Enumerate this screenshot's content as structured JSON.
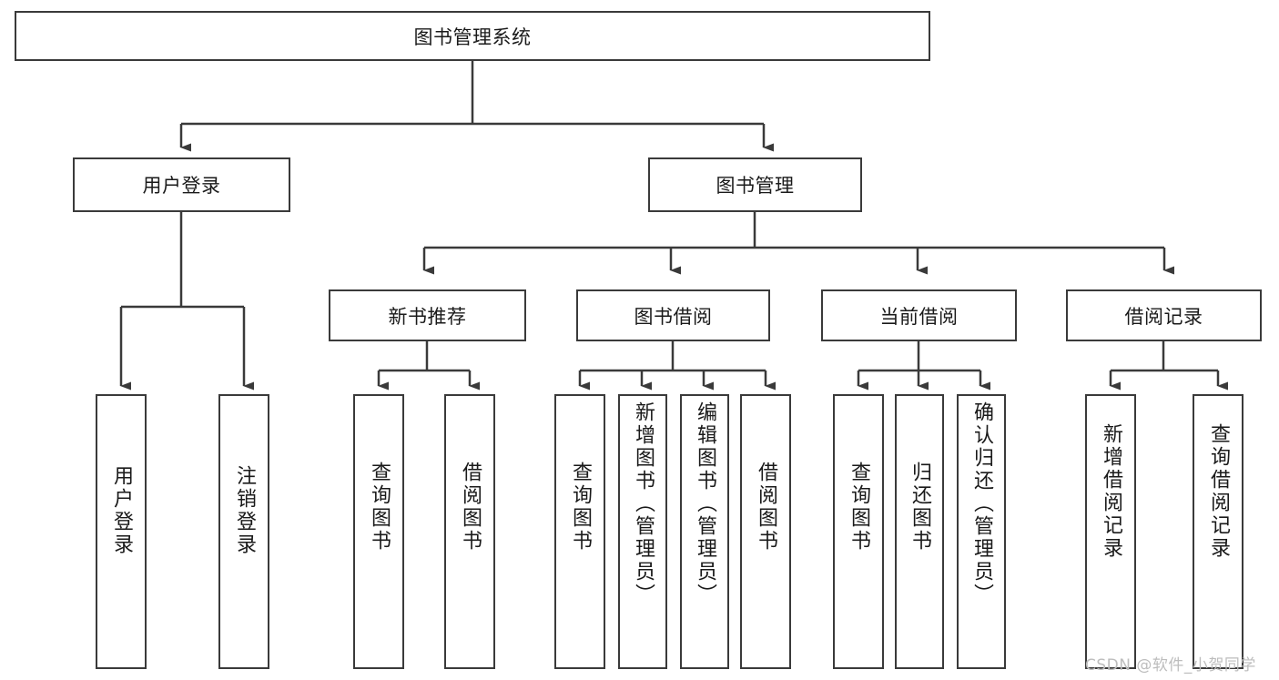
{
  "diagram": {
    "type": "hierarchy-tree",
    "title": "图书管理系统",
    "root": {
      "id": "root",
      "label": "图书管理系统"
    },
    "level2": [
      {
        "id": "user-login",
        "label": "用户登录"
      },
      {
        "id": "book-manage",
        "label": "图书管理"
      }
    ],
    "level3": [
      {
        "id": "new-book-recommend",
        "label": "新书推荐",
        "parent": "book-manage"
      },
      {
        "id": "book-borrow",
        "label": "图书借阅",
        "parent": "book-manage"
      },
      {
        "id": "current-borrow",
        "label": "当前借阅",
        "parent": "book-manage"
      },
      {
        "id": "borrow-record",
        "label": "借阅记录",
        "parent": "book-manage"
      }
    ],
    "leaves": [
      {
        "id": "leaf-user-login",
        "label": "用户登录",
        "parent": "user-login"
      },
      {
        "id": "leaf-user-logout",
        "label": "注销登录",
        "parent": "user-login"
      },
      {
        "id": "leaf-query-book-1",
        "label": "查询图书",
        "parent": "new-book-recommend"
      },
      {
        "id": "leaf-borrow-book-1",
        "label": "借阅图书",
        "parent": "new-book-recommend"
      },
      {
        "id": "leaf-query-book-2",
        "label": "查询图书",
        "parent": "book-borrow"
      },
      {
        "id": "leaf-add-book",
        "label": "新增图书（管理员）",
        "parent": "book-borrow"
      },
      {
        "id": "leaf-edit-book",
        "label": "编辑图书（管理员）",
        "parent": "book-borrow"
      },
      {
        "id": "leaf-borrow-book-2",
        "label": "借阅图书",
        "parent": "book-borrow"
      },
      {
        "id": "leaf-query-book-3",
        "label": "查询图书",
        "parent": "current-borrow"
      },
      {
        "id": "leaf-return-book",
        "label": "归还图书",
        "parent": "current-borrow"
      },
      {
        "id": "leaf-confirm-return",
        "label": "确认归还（管理员）",
        "parent": "current-borrow"
      },
      {
        "id": "leaf-add-record",
        "label": "新增借阅记录",
        "parent": "borrow-record"
      },
      {
        "id": "leaf-query-record",
        "label": "查询借阅记录",
        "parent": "borrow-record"
      }
    ]
  },
  "watermark": {
    "text": "CSDN @软件_小贺同学"
  },
  "colors": {
    "stroke": "#3a3a3a",
    "background": "#ffffff",
    "text": "#1a1a1a",
    "watermark": "#bdbdbd"
  }
}
